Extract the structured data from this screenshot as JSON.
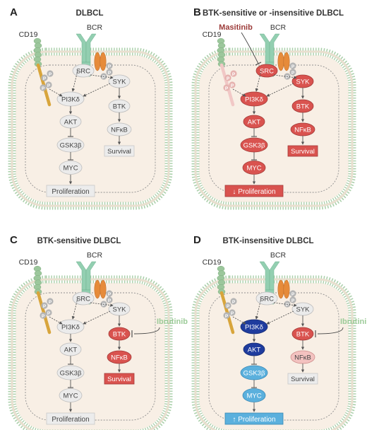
{
  "colors": {
    "membrane": "#a9cfa9",
    "cytoplasm": "#f8efe5",
    "bcr": "#93cfb1",
    "cd19_stem": "#d8a53c",
    "cd19_bead": "#9cc79c",
    "igab": "#e68b3a",
    "phospho": "#b5b5b5",
    "node_default": "#ebebeb",
    "node_red": "#d9534f",
    "node_pink": "#f3c2c0",
    "node_blue": "#1f3c9e",
    "node_lightblue": "#5bb0dd",
    "masitinib": "#9c3b39",
    "ibrutinib": "#9ccb98"
  },
  "icons": {
    "receptor": "bcr-receptor-icon",
    "coreceptor": "cd19-coreceptor-icon",
    "phospho": "phospho-p-icon"
  },
  "panels": [
    {
      "letter": "A",
      "title": "DLBCL",
      "cd19_label": "CD19",
      "bcr_label": "BCR",
      "drug": "",
      "nodes": {
        "src": "SRC",
        "pi3k": "PI3Kδ",
        "akt": "AKT",
        "gsk": "GSK3β",
        "myc": "MYC",
        "syk": "SYK",
        "btk": "BTK",
        "nfkb": "NFκB",
        "survival": "Survival",
        "proliferation": "Proliferation"
      },
      "p_label": "P"
    },
    {
      "letter": "B",
      "title": "BTK-sensitive or -insensitive DLBCL",
      "cd19_label": "CD19",
      "bcr_label": "BCR",
      "drug": "Masitinib",
      "nodes": {
        "src": "SRC",
        "pi3k": "PI3Kδ",
        "akt": "AKT",
        "gsk": "GSK3β",
        "myc": "MYC",
        "syk": "SYK",
        "btk": "BTK",
        "nfkb": "NFκB",
        "survival": "Survival",
        "proliferation": "↓ Proliferation"
      },
      "p_label": "P"
    },
    {
      "letter": "C",
      "title": "BTK-sensitive DLBCL",
      "cd19_label": "CD19",
      "bcr_label": "BCR",
      "drug": "Ibrutinib",
      "nodes": {
        "src": "SRC",
        "pi3k": "PI3Kδ",
        "akt": "AKT",
        "gsk": "GSK3β",
        "myc": "MYC",
        "syk": "SYK",
        "btk": "BTK",
        "nfkb": "NFκB",
        "survival": "Survival",
        "proliferation": "Proliferation"
      },
      "p_label": "P"
    },
    {
      "letter": "D",
      "title": "BTK-insensitive DLBCL",
      "cd19_label": "CD19",
      "bcr_label": "BCR",
      "drug": "Ibrutinib",
      "nodes": {
        "src": "SRC",
        "pi3k": "PI3Kδ",
        "akt": "AKT",
        "gsk": "GSK3β",
        "myc": "MYC",
        "syk": "SYK",
        "btk": "BTK",
        "nfkb": "NFκB",
        "survival": "Survival",
        "proliferation": "↑ Proliferation"
      },
      "p_label": "P"
    }
  ]
}
